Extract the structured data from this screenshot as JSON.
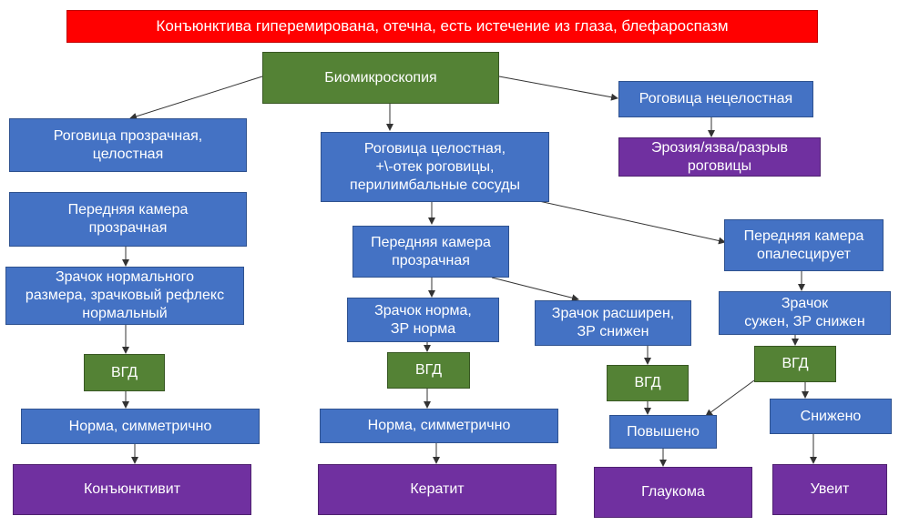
{
  "colors": {
    "header": "#ff0000",
    "process": "#4472c4",
    "measure": "#548235",
    "diagnosis": "#7030a0",
    "edge": "#333333"
  },
  "nodes": {
    "header": "Конъюнктива гиперемирована, отечна, есть истечение из глаза, блефароспазм",
    "biomicroscopy": "Биомикроскопия",
    "cornea_not_intact": "Роговица нецелостная",
    "erosion": "Эрозия/язва/разрыв\nроговицы",
    "cornea_clear": "Роговица прозрачная,\nцелостная",
    "cornea_intact_edema": "Роговица целостная,\n+\\-отек роговицы,\nперилимбальные сосуды",
    "ac_clear_left": "Передняя камера\nпрозрачная",
    "ac_clear_mid": "Передняя камера\nпрозрачная",
    "ac_opalescent": "Передняя камера\nопалесцирует",
    "pupil_normal_left": "Зрачок нормального\nразмера, зрачковый рефлекс\nнормальный",
    "pupil_norm_mid": "Зрачок норма,\nЗР норма",
    "pupil_dilated": "Зрачок расширен,\nЗР снижен",
    "pupil_constricted": "Зрачок\nсужен, ЗР снижен",
    "iop_left": "ВГД",
    "iop_mid": "ВГД",
    "iop_right1": "ВГД",
    "iop_right2": "ВГД",
    "norm_sym_left": "Норма, симметрично",
    "norm_sym_mid": "Норма, симметрично",
    "elevated": "Повышено",
    "reduced": "Снижено",
    "conjunctivitis": "Конъюнктивит",
    "keratitis": "Кератит",
    "glaucoma": "Глаукома",
    "uveitis": "Увеит"
  }
}
